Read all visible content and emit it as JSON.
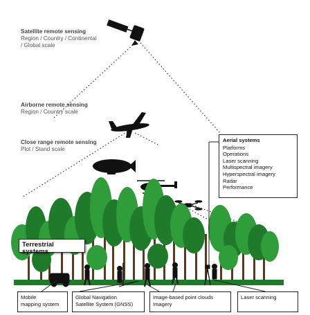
{
  "labels": {
    "satellite": {
      "title": "Satellite remote sensing",
      "line1": "Region / Country / Continental",
      "line2": "/ Global scale"
    },
    "airborne": {
      "title": "Airborne remote sensing",
      "line1": "Region / Country scale"
    },
    "close_range": {
      "title": "Close range remote sensing",
      "line1": "Plot / Stand scale"
    }
  },
  "aerial_systems": {
    "title": "Aerial systems",
    "items": [
      "Platforms",
      "Operations",
      "Laser scanning",
      "Multispectral imagery",
      "Hyperspectral imagery",
      "Radar",
      "Performance"
    ]
  },
  "terrestrial_systems": {
    "title": "Terrestrial systems"
  },
  "bottom_boxes": [
    {
      "line1": "Mobile",
      "line2": "mapping system"
    },
    {
      "line1": "Global Navigation",
      "line2": "Satellite System (GNSS)"
    },
    {
      "line1": "Image-based point clouds",
      "line2": "Imagery"
    },
    {
      "line1": "Laser scanning",
      "line2": ""
    }
  ],
  "colors": {
    "tree_green": "#2f9e3a",
    "tree_dark": "#1f7a2a",
    "trunk": "#5a3a1e",
    "line": "#333333"
  }
}
